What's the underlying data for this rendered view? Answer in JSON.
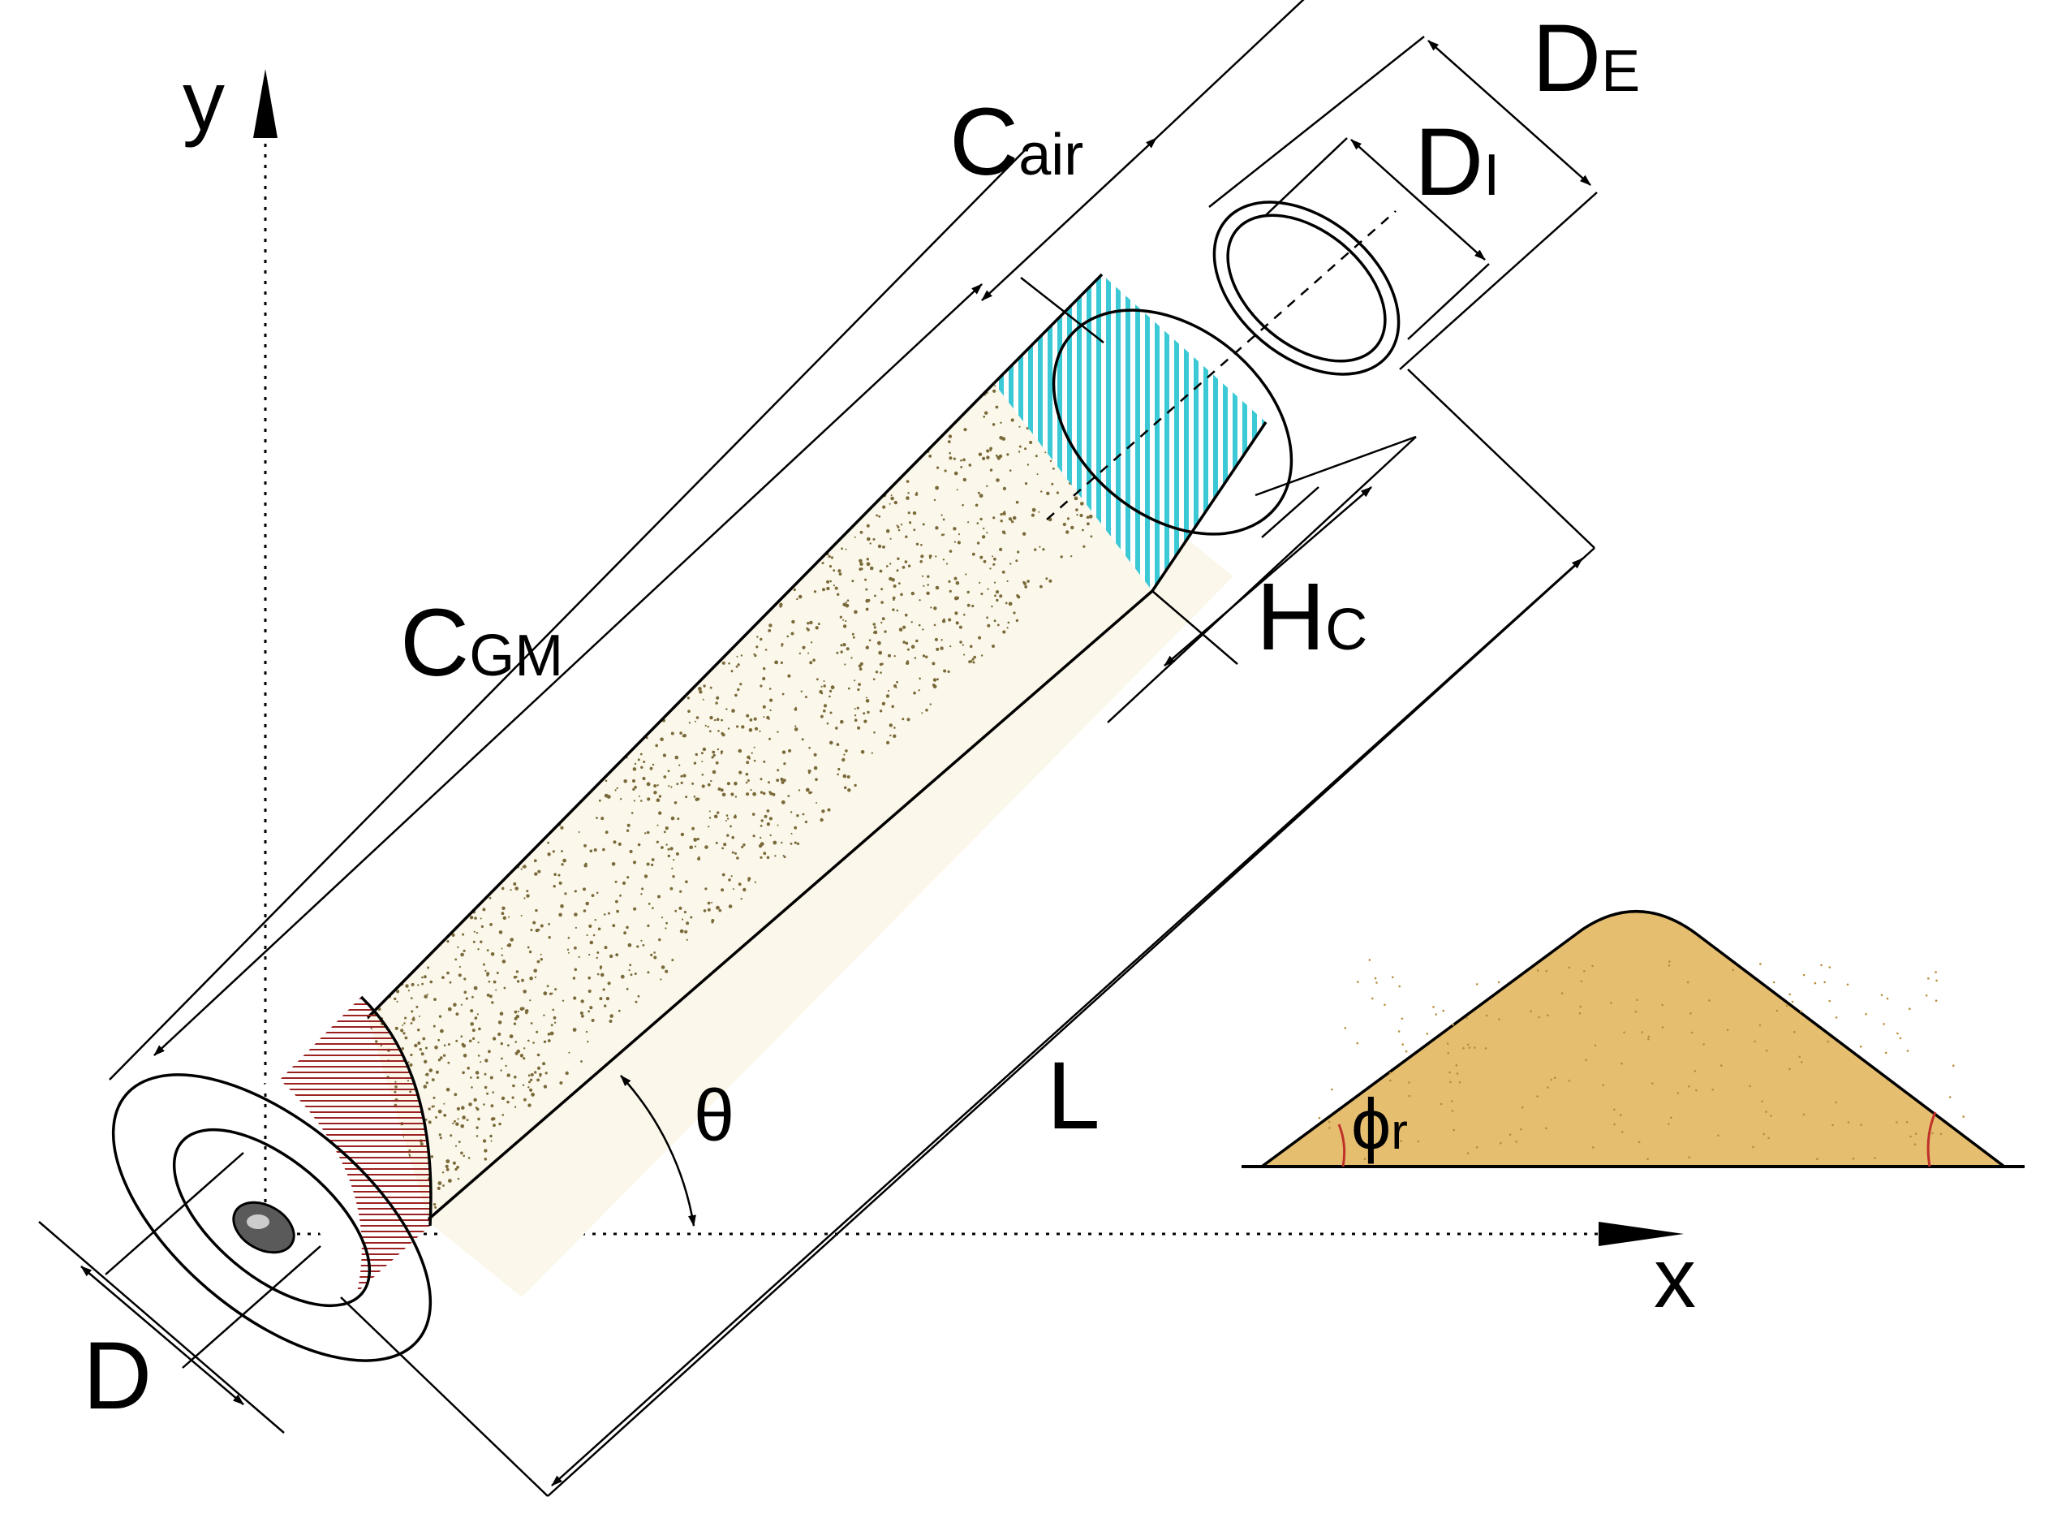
{
  "colors": {
    "gravel": "#7a6a3a",
    "water": "#3cc9d6",
    "base": "#9c2222",
    "pile": "#e5be70",
    "angle_mark": "#c0302a",
    "line": "#000000"
  },
  "labels": {
    "y_axis": "y",
    "x_axis": "x",
    "theta": "θ",
    "L": "L",
    "D": "D",
    "C_GM": {
      "main": "C",
      "sub": "GM"
    },
    "C_air": {
      "main": "C",
      "sub": "air"
    },
    "H_C": {
      "main": "H",
      "sub": "C"
    },
    "D_E": {
      "main": "D",
      "sub": "E"
    },
    "D_I": {
      "main": "D",
      "sub": "I"
    },
    "phi_r": {
      "main": "ϕ",
      "sub": "r"
    }
  }
}
